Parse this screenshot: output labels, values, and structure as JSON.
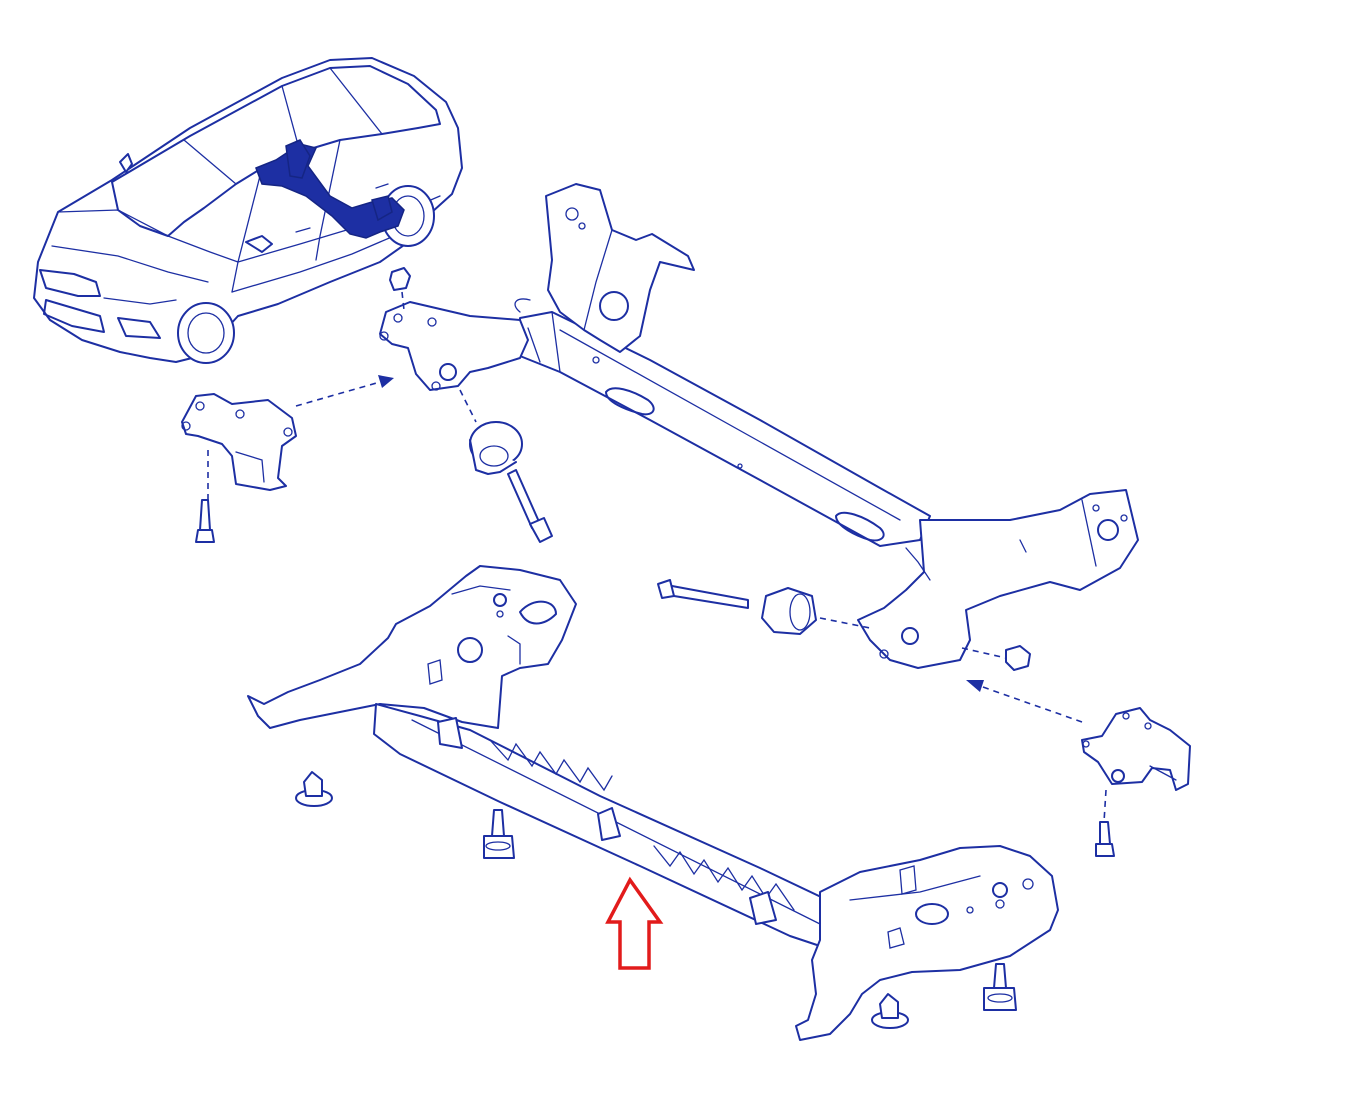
{
  "diagram": {
    "colors": {
      "line": "#1d2fa3",
      "highlight": "#1d2fa3",
      "indicator": "#e21b1b",
      "background": "#ffffff"
    },
    "components": [
      {
        "name": "vehicle-silhouette",
        "icon": "car-icon"
      },
      {
        "name": "rear-axle-beam",
        "icon": "axle-beam-icon"
      },
      {
        "name": "left-mounting-bracket",
        "icon": "bracket-icon"
      },
      {
        "name": "right-mounting-bracket",
        "icon": "bracket-icon"
      },
      {
        "name": "left-silent-block-bushing",
        "icon": "bushing-icon"
      },
      {
        "name": "right-silent-block-bushing",
        "icon": "bushing-icon"
      },
      {
        "name": "long-bolt",
        "icon": "bolt-icon",
        "count": 2
      },
      {
        "name": "nut",
        "icon": "nut-icon",
        "count": 2
      },
      {
        "name": "bracket-bolt",
        "icon": "bolt-icon",
        "count": 2
      },
      {
        "name": "subframe-crossmember",
        "icon": "subframe-icon"
      },
      {
        "name": "push-clip",
        "icon": "clip-icon",
        "count": 2
      },
      {
        "name": "subframe-bolt",
        "icon": "bolt-icon",
        "count": 2
      }
    ],
    "indicator": {
      "name": "red-outline-arrow",
      "icon": "arrow-up-icon",
      "points_to": "subframe-crossmember"
    }
  }
}
